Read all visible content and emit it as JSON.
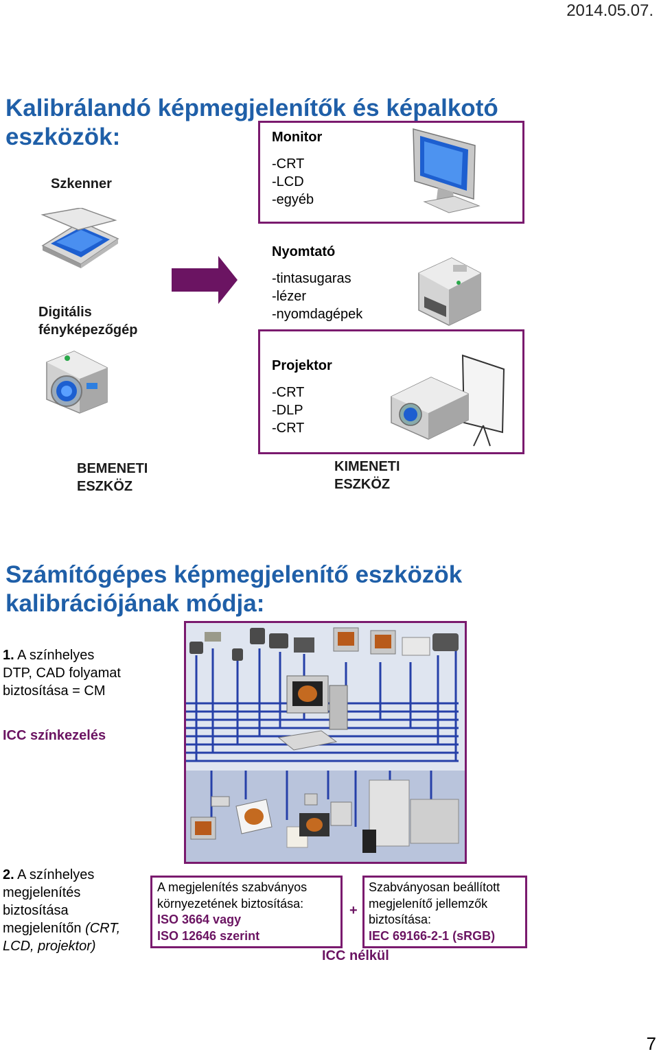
{
  "header": {
    "date": "2014.05.07."
  },
  "section1": {
    "title_line1": "Kalibrálandó képmegjelenítők és képalkotó",
    "title_line2": "eszközök:",
    "scanner_label": "Szkenner",
    "camera_label_line1": "Digitális",
    "camera_label_line2": "fényképezőgép",
    "input_label_line1": "BEMENETI",
    "input_label_line2": "ESZKÖZ",
    "output_label_line1": "KIMENETI",
    "output_label_line2": "ESZKÖZ",
    "monitor": {
      "title": "Monitor",
      "items": [
        "-CRT",
        "-LCD",
        "-egyéb"
      ]
    },
    "printer": {
      "title": "Nyomtató",
      "items": [
        "-tintasugaras",
        "-lézer",
        "-nyomdagépek"
      ]
    },
    "projector": {
      "title": "Projektor",
      "items": [
        "-CRT",
        "-DLP",
        "-CRT"
      ]
    },
    "arrow_color": "#6b1462",
    "accent_color": "#7a1a6e"
  },
  "section2": {
    "title_line1": "Számítógépes képmegjelenítő eszközök",
    "title_line2": "kalibrációjának módja:",
    "item1_num": "1.",
    "item1_line1": " A színhelyes",
    "item1_line2": "DTP, CAD folyamat",
    "item1_line3": "biztosítása = CM",
    "icc_label": "ICC színkezelés",
    "item2_num": "2.",
    "item2_line1": " A színhelyes",
    "item2_line2": "megjelenítés",
    "item2_line3": "biztosítása",
    "item2_line4a": "megjelenítőn ",
    "item2_line4b": "(CRT,",
    "item2_line5": "LCD, projektor)",
    "box_a": {
      "line1": "A megjelenítés szabványos",
      "line2": "környezetének biztosítása:",
      "line3": "ISO 3664 vagy",
      "line4": "ISO 12646 szerint"
    },
    "plus": "+",
    "box_b": {
      "line1": "Szabványosan beállított",
      "line2": "megjelenítő jellemzők",
      "line3": "biztosítása:",
      "line4": "IEC 69166-2-1 (sRGB)"
    },
    "no_icc": "ICC nélkül"
  },
  "footer": {
    "page_number": "7"
  }
}
